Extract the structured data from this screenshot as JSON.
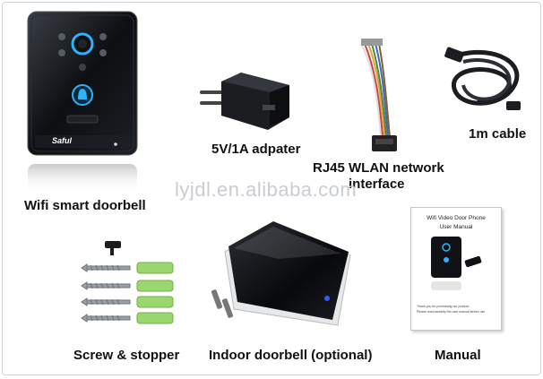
{
  "captions": {
    "doorbell": "Wifi smart doorbell",
    "adapter": "5V/1A adpater",
    "rj45_line1": "RJ45 WLAN network",
    "rj45_line2": "interface",
    "cable": "1m cable",
    "screws": "Screw & stopper",
    "indoor": "Indoor doorbell (optional)",
    "manual": "Manual"
  },
  "watermark": "lyjdl.en.alibaba.com",
  "doorbell_brand": "Saful",
  "manual_doc": {
    "title_line1": "Wifi Video Door Phone",
    "title_line2": "User Manual",
    "note_line1": "Thank you for purchasing our product.",
    "note_line2": "Please read carefully the user manual before use"
  },
  "colors": {
    "accent_blue": "#2bb3ff",
    "device_black": "#0d0f12",
    "stopper_green": "#9bd66f",
    "caption_text": "#111111"
  }
}
